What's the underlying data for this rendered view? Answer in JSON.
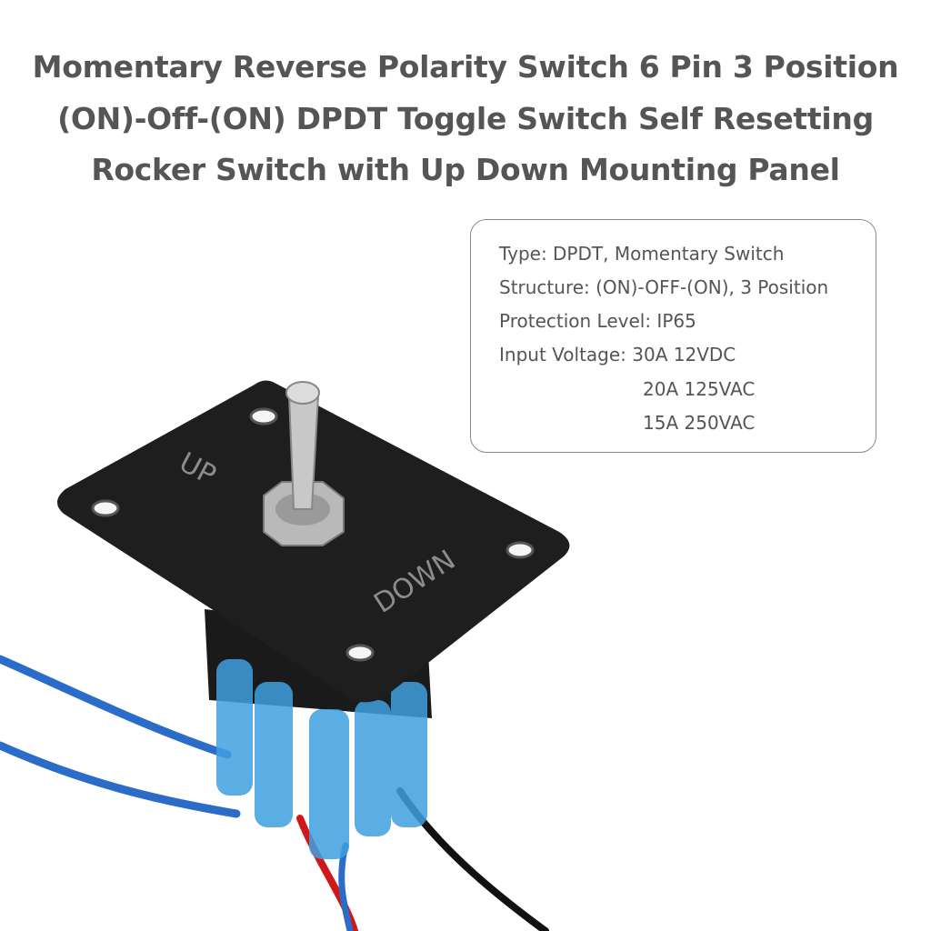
{
  "title_lines": [
    "Momentary Reverse Polarity Switch 6 Pin 3 Position",
    "(ON)-Off-(ON) DPDT Toggle Switch Self Resetting",
    "Rocker Switch with Up Down Mounting Panel"
  ],
  "specs": [
    "Type: DPDT, Momentary Switch",
    "Structure: (ON)-OFF-(ON), 3 Position",
    "Protection Level: IP65",
    "Input Voltage: 30A 12VDC",
    "20A 125VAC",
    "15A 250VAC"
  ],
  "panel": {
    "up_label": "UP",
    "down_label": "DOWN"
  },
  "colors": {
    "text": "#555555",
    "plate": "#1e1e1e",
    "connector": "#3fa0e0",
    "wire_blue": "#2a6cc8",
    "wire_red": "#d01818",
    "wire_black": "#111111"
  }
}
